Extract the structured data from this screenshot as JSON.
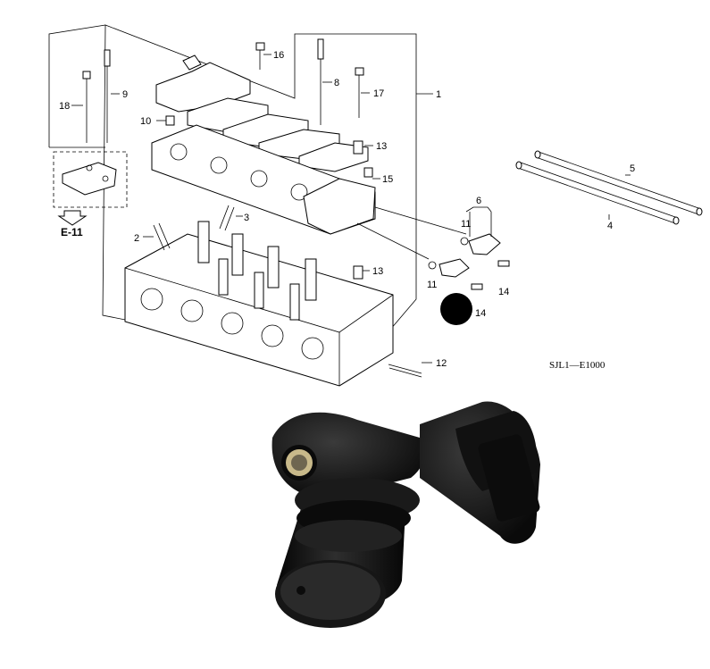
{
  "diagram": {
    "part_callouts": [
      {
        "id": "c1",
        "text": "1"
      },
      {
        "id": "c2",
        "text": "2"
      },
      {
        "id": "c3",
        "text": "3"
      },
      {
        "id": "c4",
        "text": "4"
      },
      {
        "id": "c5",
        "text": "5"
      },
      {
        "id": "c6",
        "text": "6"
      },
      {
        "id": "c8",
        "text": "8"
      },
      {
        "id": "c9",
        "text": "9"
      },
      {
        "id": "c10",
        "text": "10"
      },
      {
        "id": "c11a",
        "text": "11"
      },
      {
        "id": "c11b",
        "text": "11"
      },
      {
        "id": "c12",
        "text": "12"
      },
      {
        "id": "c13a",
        "text": "13"
      },
      {
        "id": "c13b",
        "text": "13"
      },
      {
        "id": "c14a",
        "text": "14"
      },
      {
        "id": "c14b",
        "text": "14"
      },
      {
        "id": "c15",
        "text": "15"
      },
      {
        "id": "c16",
        "text": "16"
      },
      {
        "id": "c17",
        "text": "17"
      },
      {
        "id": "c18",
        "text": "18"
      }
    ],
    "section_ref": "E-11",
    "diagram_code": "SJL1—E1000"
  },
  "photo": {
    "subject_icon": "camshaft-position-sensor-icon",
    "body_color": "#121212",
    "accent_color": "#c8b98a"
  }
}
